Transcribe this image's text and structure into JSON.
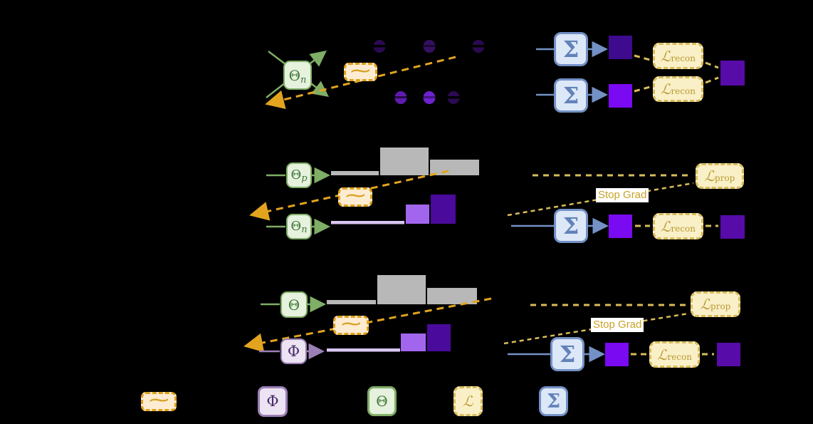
{
  "colors": {
    "background": "#000000",
    "encoder_green_border": "#7fae66",
    "encoder_green_fill": "#e6f1de",
    "encoder_green_text": "#41793a",
    "decoder_purple_border": "#9b7fb5",
    "decoder_purple_fill": "#ece4f2",
    "decoder_purple_text": "#4a2d6b",
    "sampler_orange_border": "#dfa018",
    "sampler_orange_fill": "#fdecd2",
    "sampler_arrow": "#e2a41f",
    "loss_gold_border": "#d9bc5a",
    "loss_gold_fill": "#faf0c8",
    "loss_gold_text": "#b99b33",
    "sum_blue_border": "#7491c6",
    "sum_blue_fill": "#dce8f8",
    "sum_blue_text": "#6282b8",
    "hist_gray": "#b8b8b8",
    "square_bright_purple": "#7a0af2",
    "square_dark_purple": "#3e0a8e",
    "square_mid_purple": "#570ba8",
    "bar_light_purple": "#a266ee",
    "bar_dark_purple": "#4a0a9c",
    "bar_lavender": "#d8c6f2",
    "stop_grad_text": "#c9a227"
  },
  "row_a": {
    "encoder": {
      "main": "Θ",
      "sub": "n"
    },
    "sampler": "∼",
    "sum_top": "Σ",
    "sum_bottom": "Σ",
    "loss_top": {
      "main": "ℒ",
      "sub": "recon"
    },
    "loss_bottom": {
      "main": "ℒ",
      "sub": "recon"
    }
  },
  "row_b": {
    "encoder_pos": {
      "main": "Θ",
      "sub": "p"
    },
    "encoder_neg": {
      "main": "Θ",
      "sub": "n"
    },
    "sampler": "∼",
    "sum": "Σ",
    "loss_recon": {
      "main": "ℒ",
      "sub": "recon"
    },
    "loss_prop": {
      "main": "ℒ",
      "sub": "prop"
    },
    "stop_grad": "Stop Grad"
  },
  "row_c": {
    "encoder": {
      "main": "Θ"
    },
    "decoder": {
      "main": "Φ"
    },
    "sampler": "∼",
    "sum": "Σ",
    "loss_recon": {
      "main": "ℒ",
      "sub": "recon"
    },
    "loss_prop": {
      "main": "ℒ",
      "sub": "prop"
    },
    "stop_grad": "Stop Grad"
  },
  "legend": {
    "sampler": "∼",
    "decoder": "Φ",
    "encoder": "Θ",
    "loss": "ℒ",
    "sum": "Σ"
  }
}
